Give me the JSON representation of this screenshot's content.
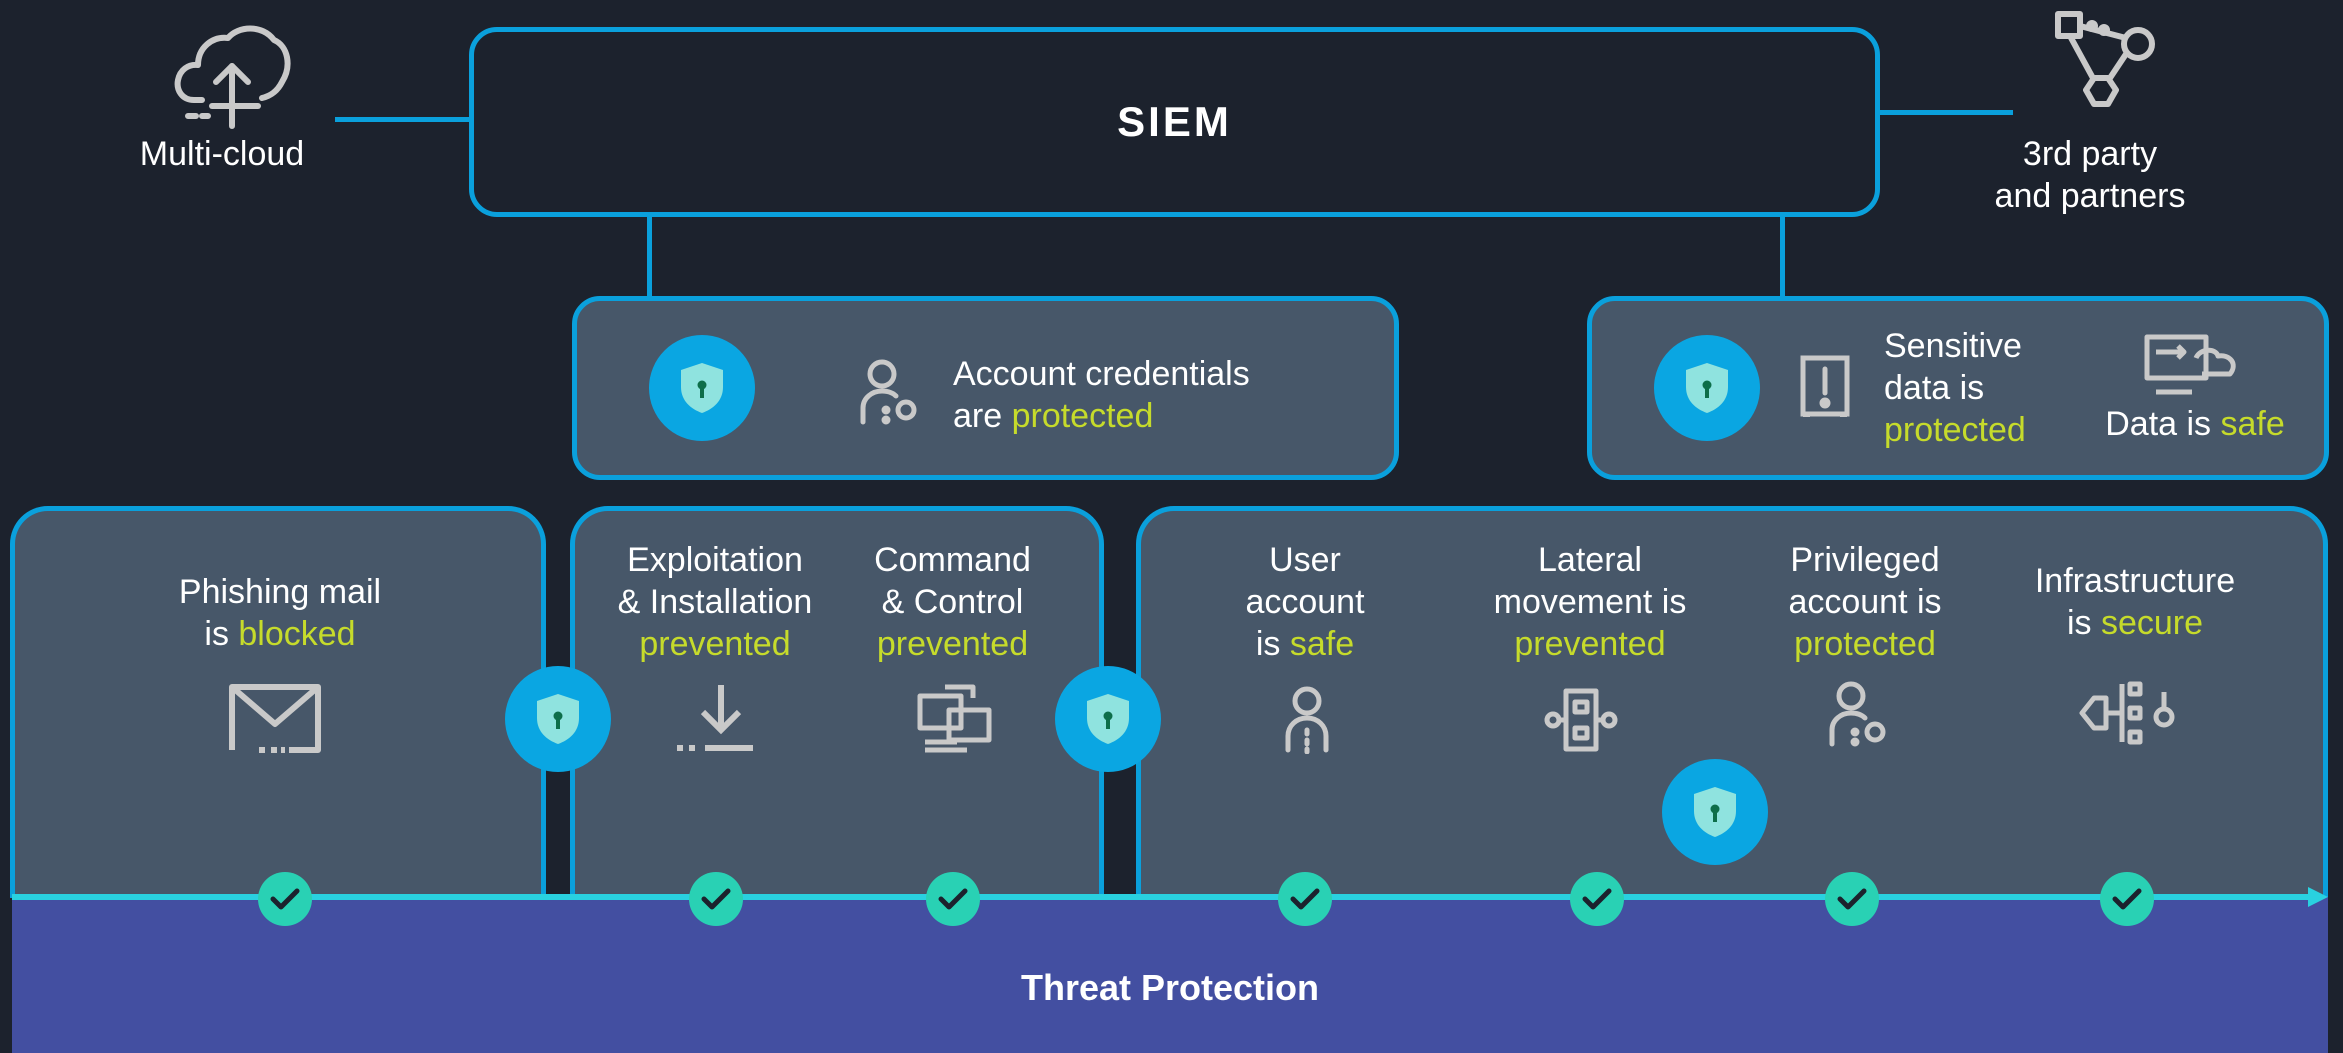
{
  "siem": {
    "title": "SIEM"
  },
  "multicloud": {
    "label": "Multi-cloud",
    "icon": "cloud-upload-icon"
  },
  "third_party": {
    "line1": "3rd party",
    "line2": "and partners",
    "icon": "network-nodes-icon"
  },
  "account_credentials": {
    "line1": "Account credentials",
    "line2_pre": "are ",
    "line2_hl": "protected"
  },
  "sensitive_data": {
    "line1": "Sensitive",
    "line2": "data is",
    "line3_hl": "protected"
  },
  "data_safe": {
    "pre": "Data is ",
    "hl": "safe"
  },
  "phishing": {
    "line1": "Phishing mail",
    "line2_pre": "is ",
    "line2_hl": "blocked"
  },
  "exploitation": {
    "line1": "Exploitation",
    "line2": "& Installation",
    "line3_hl": "prevented"
  },
  "command": {
    "line1": "Command",
    "line2": "& Control",
    "line3_hl": "prevented"
  },
  "user_account": {
    "line1": "User",
    "line2": "account",
    "line3_pre": "is ",
    "line3_hl": "safe"
  },
  "lateral": {
    "line1": "Lateral",
    "line2": "movement is",
    "line3_hl": "prevented"
  },
  "privileged": {
    "line1": "Privileged",
    "line2": "account is",
    "line3_hl": "protected"
  },
  "infrastructure": {
    "line1": "Infrastructure",
    "line2_pre": "is ",
    "line2_hl": "secure"
  },
  "threat_protection": {
    "title": "Threat Protection"
  },
  "colors": {
    "accent": "#0aa0dc",
    "highlight": "#c6db2b",
    "check": "#29d1b4",
    "threat_bar": "#434fa1",
    "panel": "#475769"
  }
}
